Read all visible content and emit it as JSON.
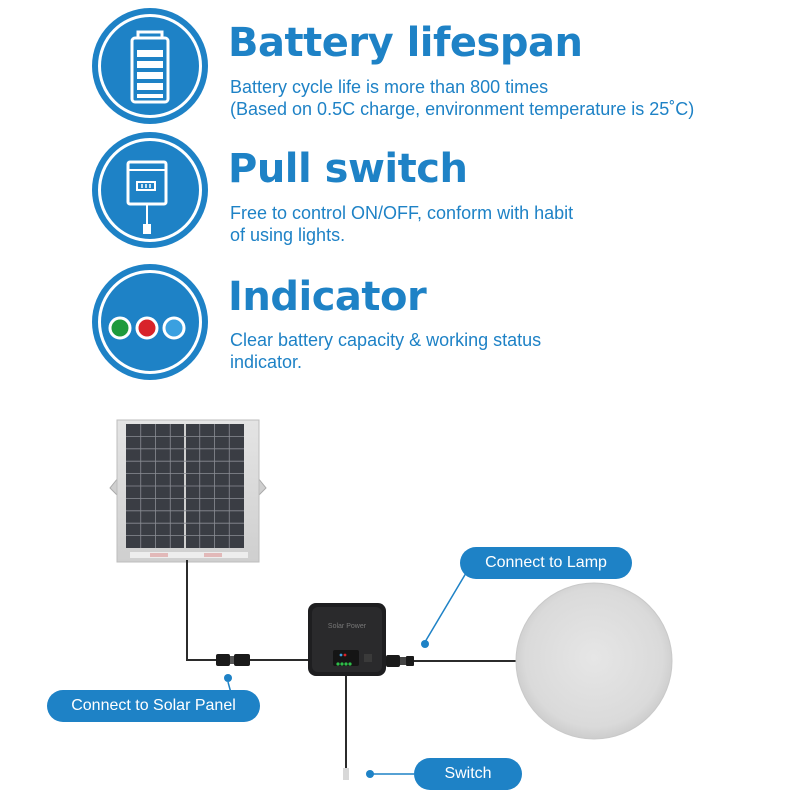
{
  "features": [
    {
      "icon": "battery-icon",
      "title": "Battery lifespan",
      "desc_lines": [
        "Battery cycle life is more than 800 times",
        "(Based on 0.5C charge, environment temperature is 25˚C)"
      ]
    },
    {
      "icon": "pull-switch-icon",
      "title": "Pull switch",
      "desc_lines": [
        "Free to control ON/OFF, conform with habit",
        "of using lights."
      ]
    },
    {
      "icon": "indicator-lights-icon",
      "title": "Indicator",
      "desc_lines": [
        "Clear battery capacity & working status",
        "indicator."
      ]
    }
  ],
  "diagram": {
    "connect_lamp": "Connect to Lamp",
    "connect_solar": "Connect to Solar Panel",
    "switch": "Switch",
    "controller_label": "Solar Power"
  },
  "colors": {
    "accent": "#1e82c6",
    "indicator_green": "#1e9a3c",
    "indicator_red": "#d8232a",
    "indicator_blue": "#3aa0e0"
  }
}
